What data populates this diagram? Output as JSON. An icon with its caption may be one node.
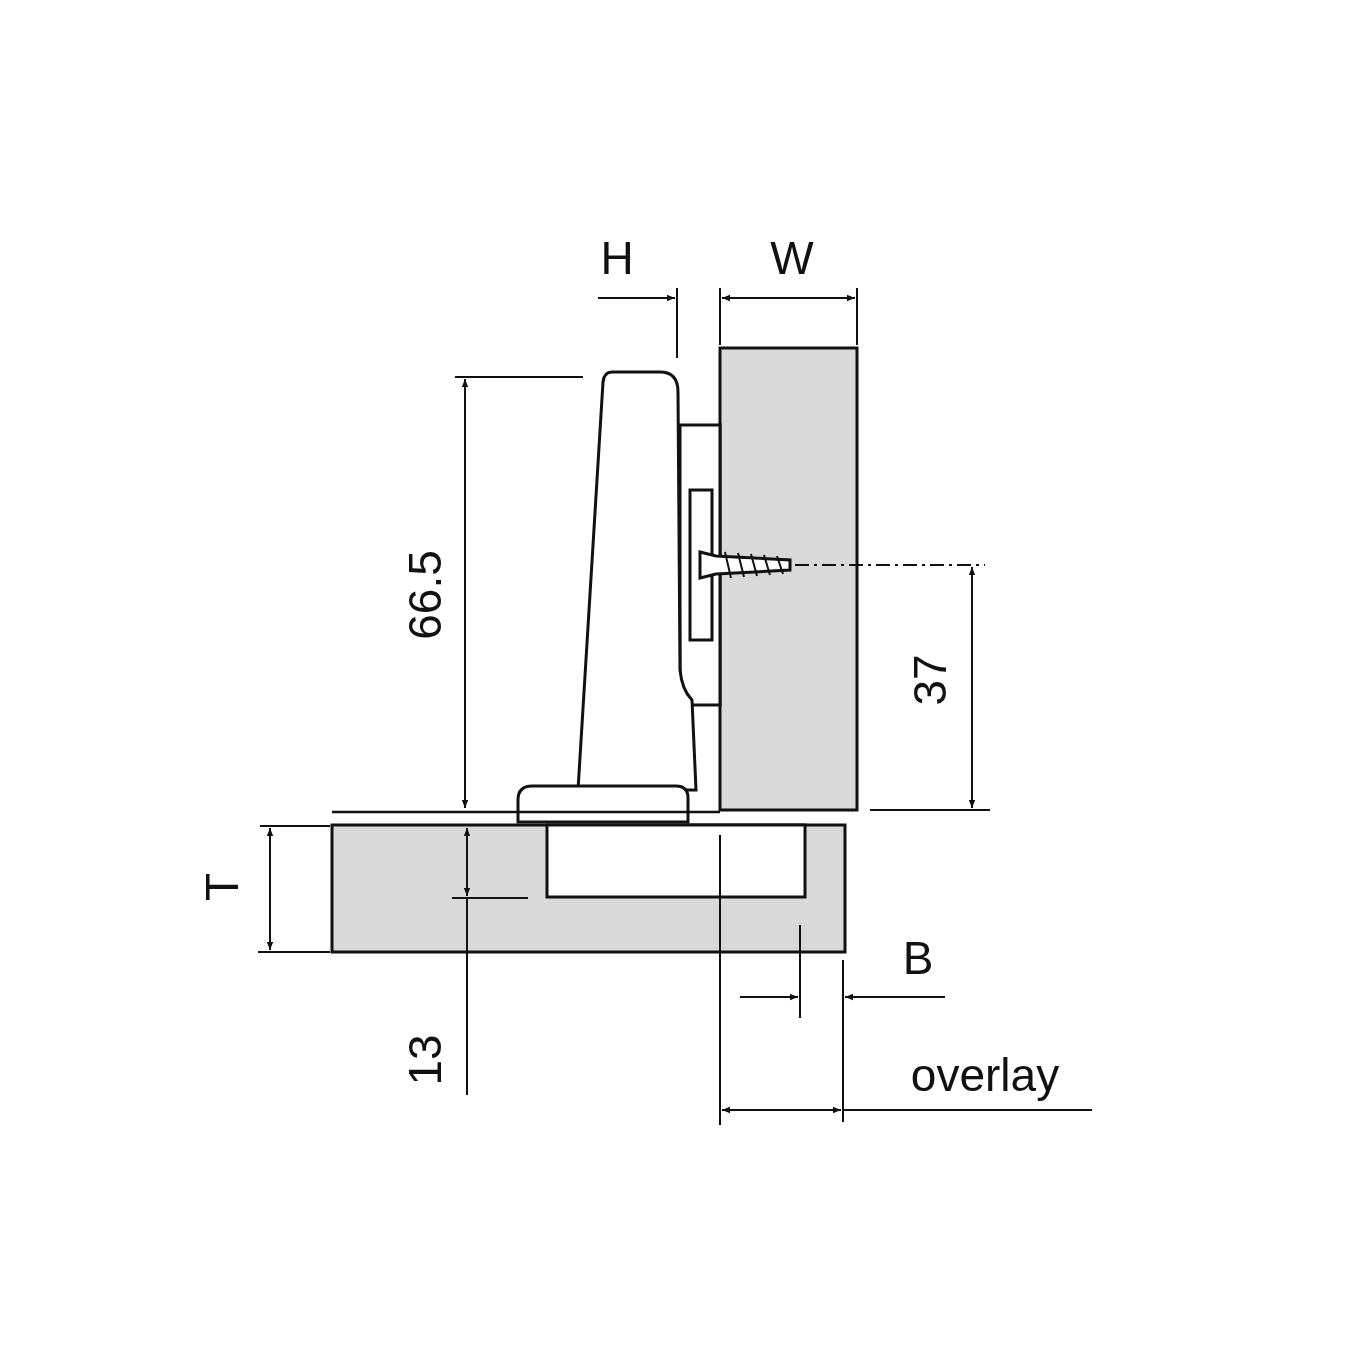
{
  "diagram": {
    "labels": [
      "H",
      "W",
      "66.5",
      "37",
      "T",
      "13",
      "B",
      "overlay"
    ]
  }
}
